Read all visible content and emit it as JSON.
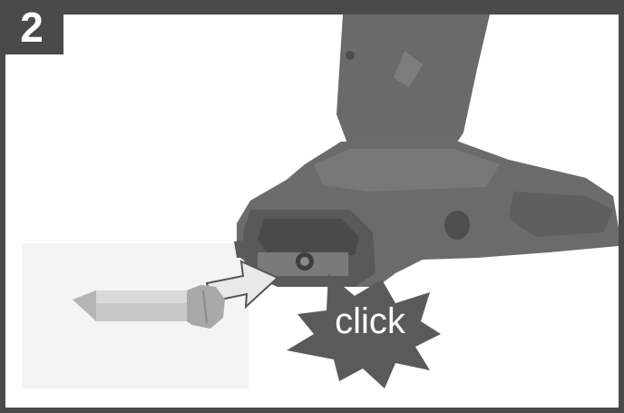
{
  "step": {
    "number": "2"
  },
  "callout": {
    "text": "click"
  },
  "colors": {
    "frame": "#4a4a4a",
    "tool_body": "#6b6b6b",
    "tool_dark": "#555555",
    "arrow_fill": "#e9e9e9",
    "starburst": "#5a5a5a",
    "bit": "#c8c8c8"
  },
  "icons": {
    "tool": "drill-driver-base-illustration",
    "bit": "screwdriver-bit-illustration",
    "arrow": "insert-arrow-icon",
    "burst": "click-starburst-icon"
  }
}
